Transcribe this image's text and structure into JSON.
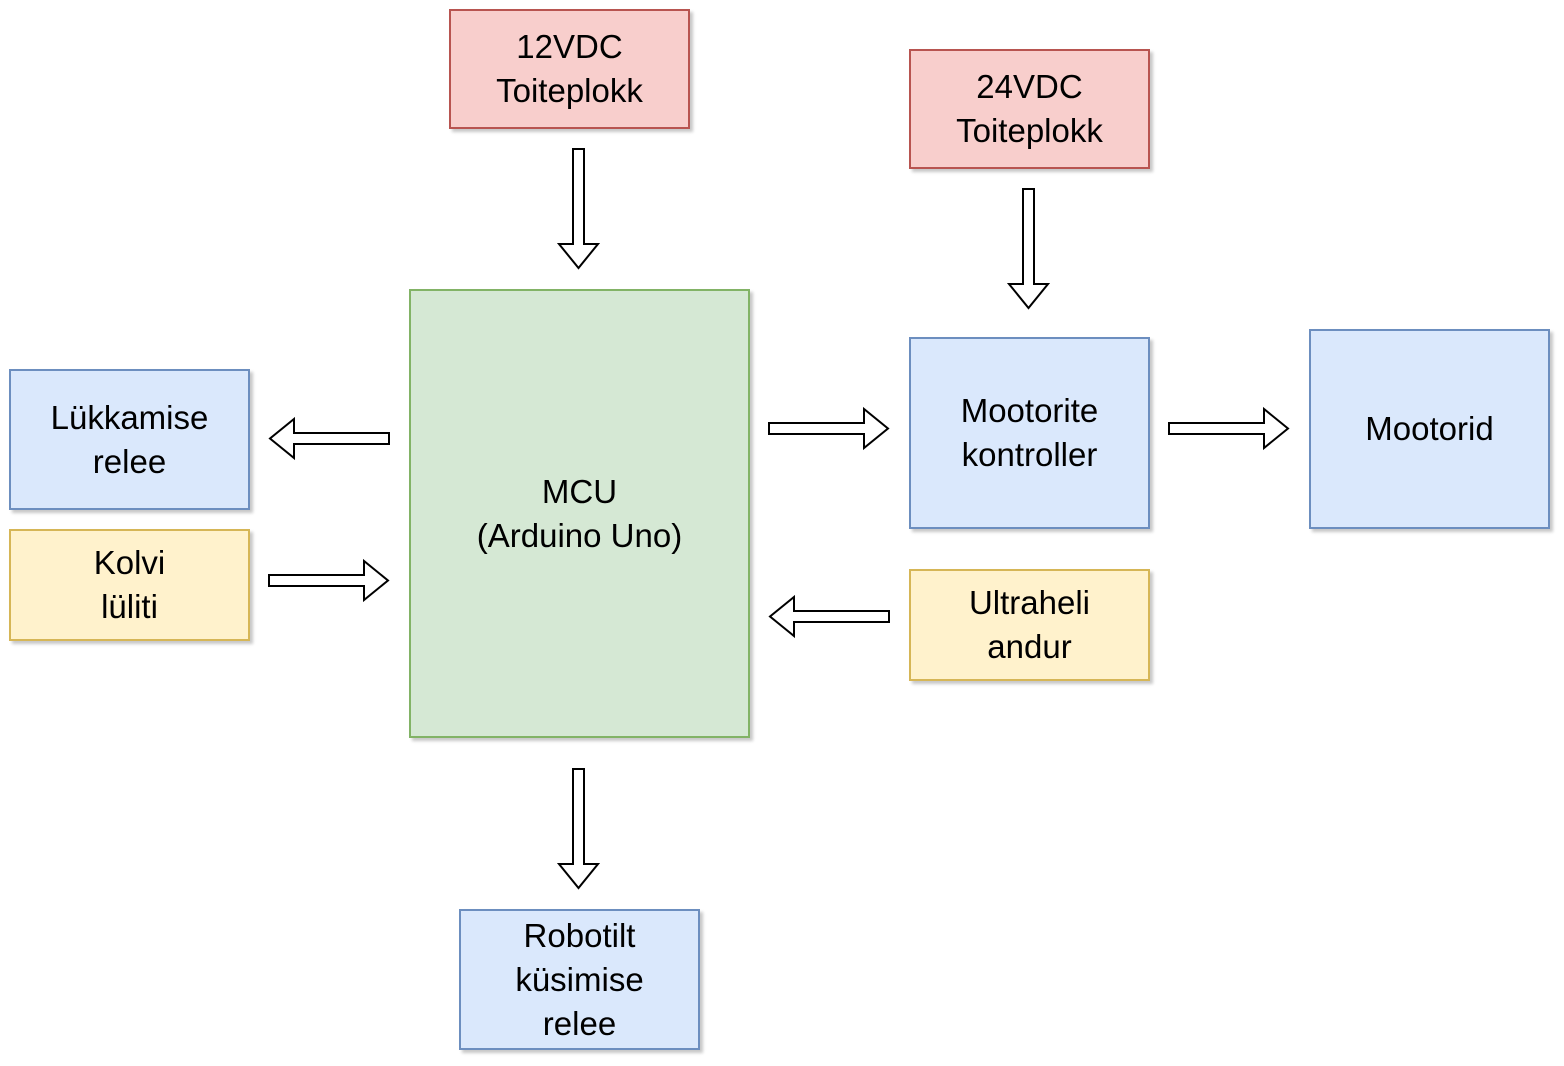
{
  "blocks": {
    "psu_12v": {
      "label": "12VDC\nToiteplokk"
    },
    "psu_24v": {
      "label": "24VDC\nToiteplokk"
    },
    "mcu": {
      "label": "MCU\n(Arduino Uno)"
    },
    "push_relay": {
      "label": "Lükkamise\nrelee"
    },
    "solder_switch": {
      "label": "Kolvi\nlüliti"
    },
    "motor_controller": {
      "label": "Mootorite\nkontroller"
    },
    "motors": {
      "label": "Mootorid"
    },
    "ultrasonic_sensor": {
      "label": "Ultraheli\nandur"
    },
    "robot_query_relay": {
      "label": "Robotilt\nküsimise\nrelee"
    }
  },
  "colors": {
    "power_fill": "#f8cecc",
    "power_stroke": "#b85450",
    "mcu_fill": "#d5e8d4",
    "mcu_stroke": "#82b366",
    "output_fill": "#dae8fc",
    "output_stroke": "#6c8ebf",
    "input_fill": "#fff2cc",
    "input_stroke": "#d6b656"
  },
  "connections": [
    {
      "from": "psu_12v",
      "to": "mcu"
    },
    {
      "from": "psu_24v",
      "to": "motor_controller"
    },
    {
      "from": "mcu",
      "to": "push_relay"
    },
    {
      "from": "solder_switch",
      "to": "mcu"
    },
    {
      "from": "mcu",
      "to": "motor_controller"
    },
    {
      "from": "motor_controller",
      "to": "motors"
    },
    {
      "from": "ultrasonic_sensor",
      "to": "mcu"
    },
    {
      "from": "mcu",
      "to": "robot_query_relay"
    }
  ]
}
